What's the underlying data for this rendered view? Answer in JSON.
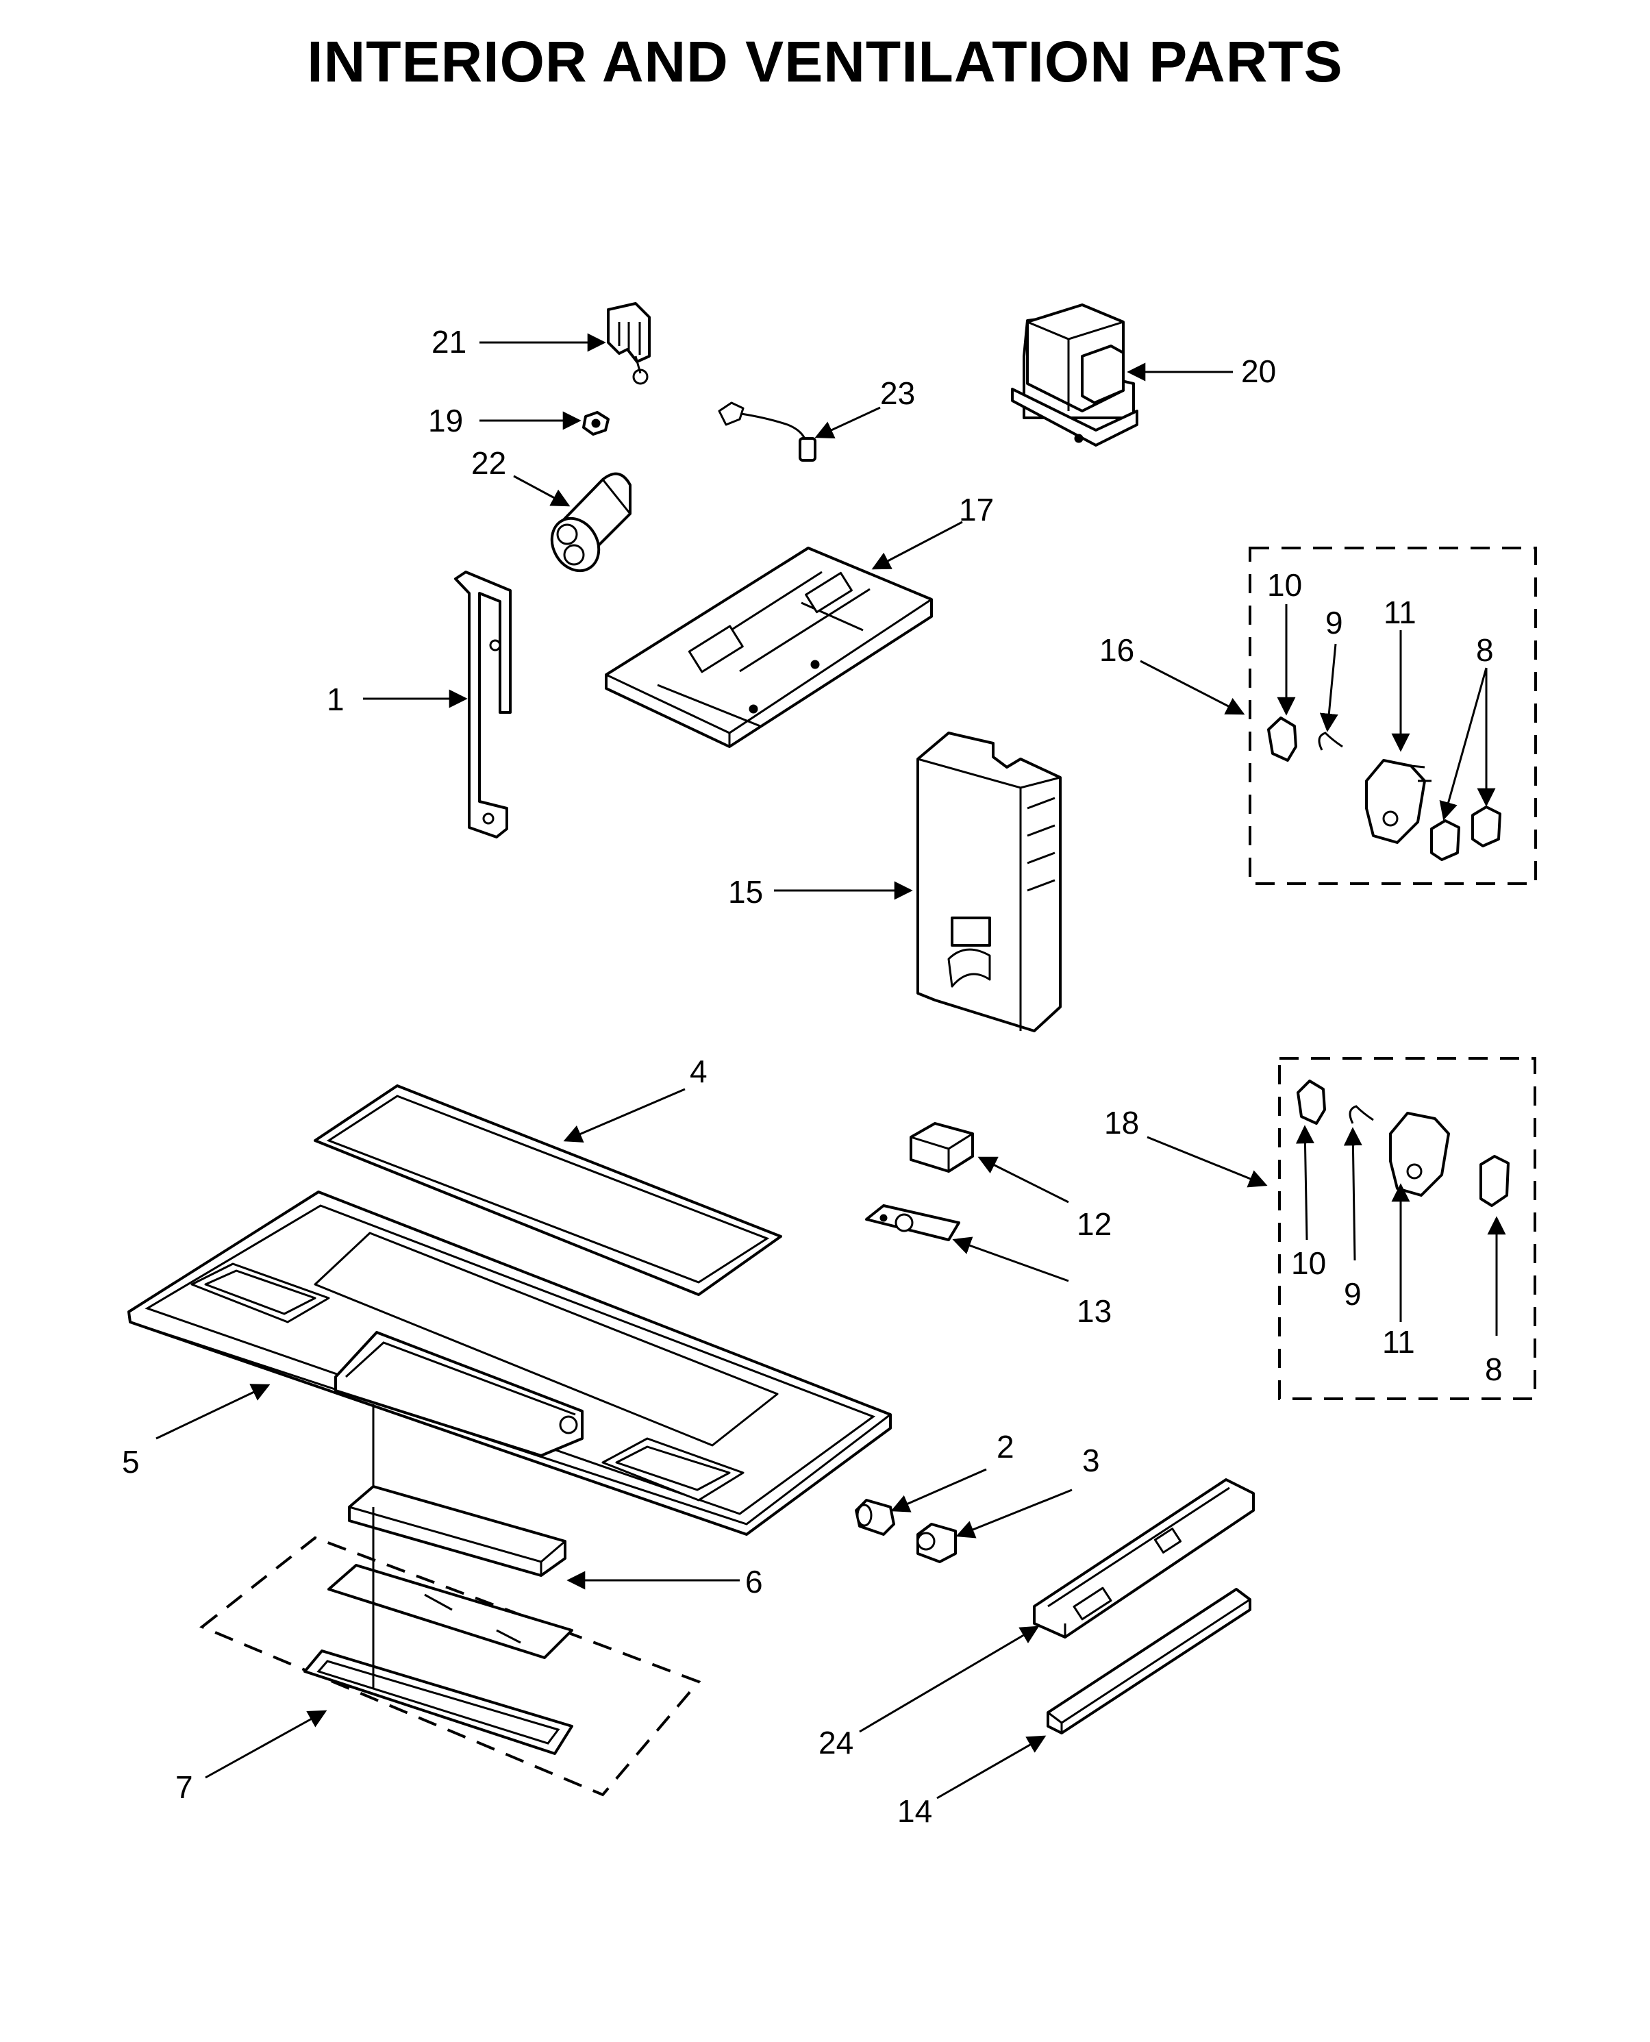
{
  "title": "INTERIOR AND VENTILATION PARTS",
  "callouts": [
    {
      "id": "c1",
      "label": "1"
    },
    {
      "id": "c2",
      "label": "2"
    },
    {
      "id": "c3",
      "label": "3"
    },
    {
      "id": "c4",
      "label": "4"
    },
    {
      "id": "c5",
      "label": "5"
    },
    {
      "id": "c6",
      "label": "6"
    },
    {
      "id": "c7",
      "label": "7"
    },
    {
      "id": "c8a",
      "label": "8"
    },
    {
      "id": "c8b",
      "label": "8"
    },
    {
      "id": "c9a",
      "label": "9"
    },
    {
      "id": "c9b",
      "label": "9"
    },
    {
      "id": "c10a",
      "label": "10"
    },
    {
      "id": "c10b",
      "label": "10"
    },
    {
      "id": "c11a",
      "label": "11"
    },
    {
      "id": "c11b",
      "label": "11"
    },
    {
      "id": "c12",
      "label": "12"
    },
    {
      "id": "c13",
      "label": "13"
    },
    {
      "id": "c14",
      "label": "14"
    },
    {
      "id": "c15",
      "label": "15"
    },
    {
      "id": "c16",
      "label": "16"
    },
    {
      "id": "c17",
      "label": "17"
    },
    {
      "id": "c18",
      "label": "18"
    },
    {
      "id": "c19",
      "label": "19"
    },
    {
      "id": "c20",
      "label": "20"
    },
    {
      "id": "c21",
      "label": "21"
    },
    {
      "id": "c22",
      "label": "22"
    },
    {
      "id": "c23",
      "label": "23"
    },
    {
      "id": "c24",
      "label": "24"
    }
  ]
}
